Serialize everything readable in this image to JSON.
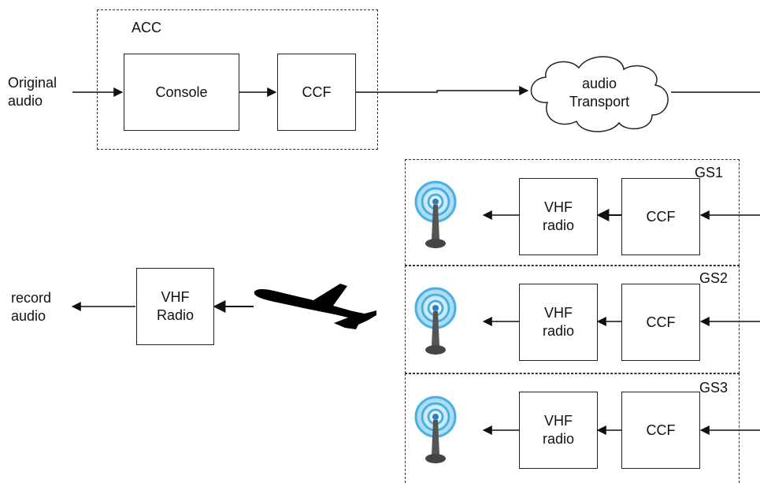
{
  "acc": {
    "title": "ACC",
    "console": "Console",
    "ccf": "CCF"
  },
  "input_label": "Original\naudio",
  "transport": "audio\nTransport",
  "output_label": "record\naudio",
  "receiver_radio": "VHF\nRadio",
  "ground_stations": [
    {
      "name": "GS1",
      "radio": "VHF\nradio",
      "ccf": "CCF"
    },
    {
      "name": "GS2",
      "radio": "VHF\nradio",
      "ccf": "CCF"
    },
    {
      "name": "GS3",
      "radio": "VHF\nradio",
      "ccf": "CCF"
    }
  ],
  "colors": {
    "antenna_ring": "#49b0e3",
    "antenna_core": "#2a7fc0",
    "antenna_base": "#555555"
  }
}
